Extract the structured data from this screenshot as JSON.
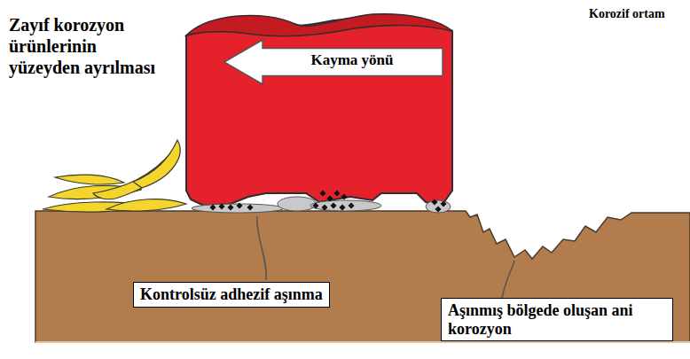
{
  "diagram": {
    "nodes": [
      {
        "text": [
          "Kayma yönü"
        ]
      },
      {
        "text": [
          "Kontrolsüz adhezif aşınma"
        ]
      },
      {
        "text": [
          "Aşınmış bölgede oluşan ani korozyon"
        ]
      }
    ],
    "labels": [
      "Korozif ortam",
      "Zayıf korozyon ürünlerinin yüzeyden ayrılması"
    ]
  }
}
